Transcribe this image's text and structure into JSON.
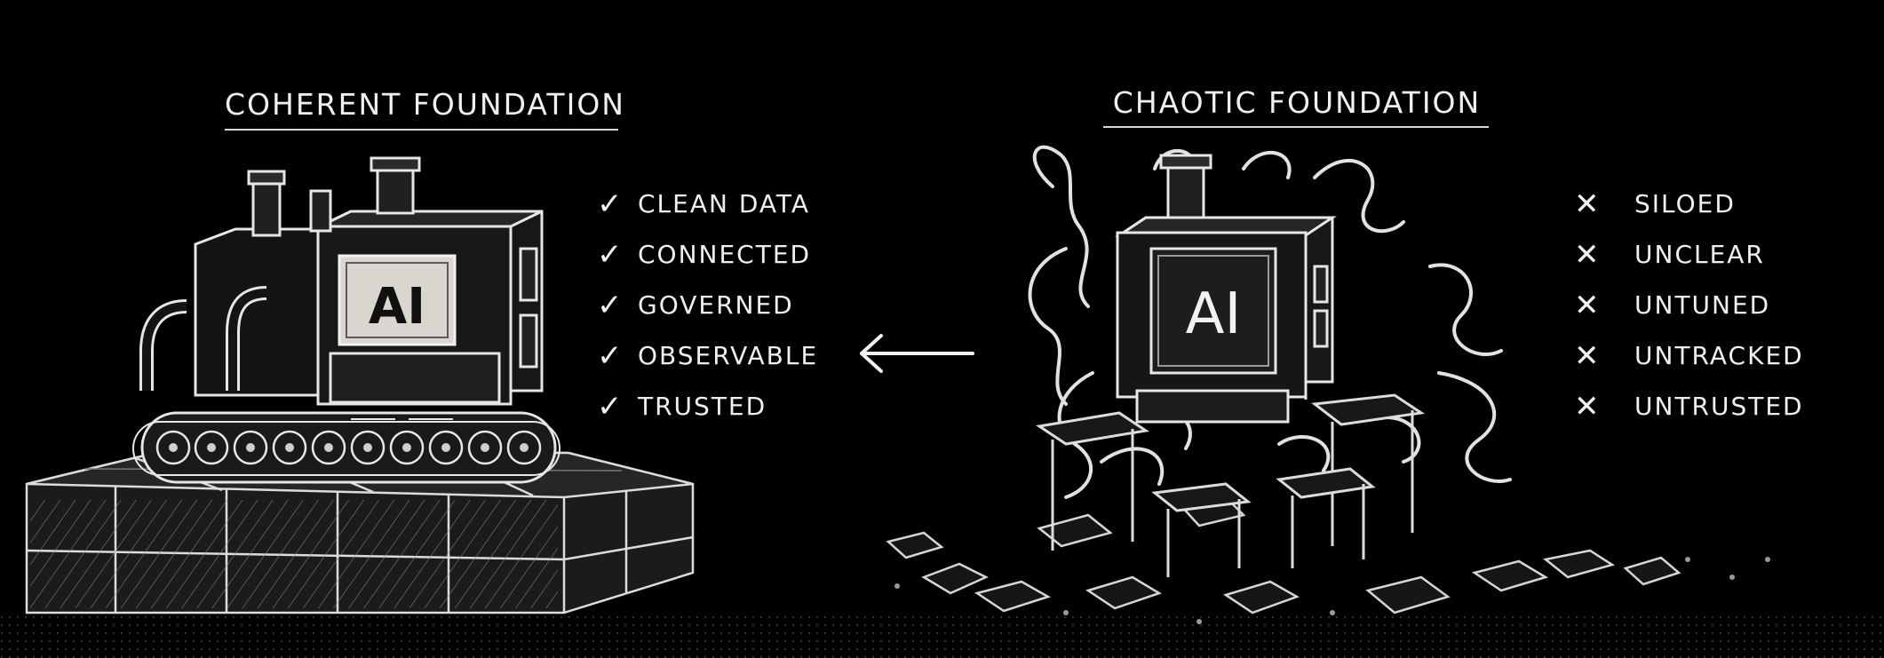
{
  "left_panel": {
    "heading": "COHERENT FOUNDATION",
    "machine_label": "AI",
    "items": [
      {
        "mark": "check-icon",
        "label": "CLEAN DATA"
      },
      {
        "mark": "check-icon",
        "label": "CONNECTED"
      },
      {
        "mark": "check-icon",
        "label": "GOVERNED"
      },
      {
        "mark": "check-icon",
        "label": "OBSERVABLE"
      },
      {
        "mark": "check-icon",
        "label": "TRUSTED"
      }
    ]
  },
  "right_panel": {
    "heading": "CHAOTIC FOUNDATION",
    "machine_label": "AI",
    "items": [
      {
        "mark": "cross-icon",
        "label": "SILOED"
      },
      {
        "mark": "cross-icon",
        "label": "UNCLEAR"
      },
      {
        "mark": "cross-icon",
        "label": "UNTUNED"
      },
      {
        "mark": "cross-icon",
        "label": "UNTRACKED"
      },
      {
        "mark": "cross-icon",
        "label": "UNTRUSTED"
      }
    ]
  },
  "arrow": {
    "icon": "arrow-left-icon"
  },
  "colors": {
    "background": "#000000",
    "ink": "#ececec",
    "plate": "#d9d6cf"
  }
}
